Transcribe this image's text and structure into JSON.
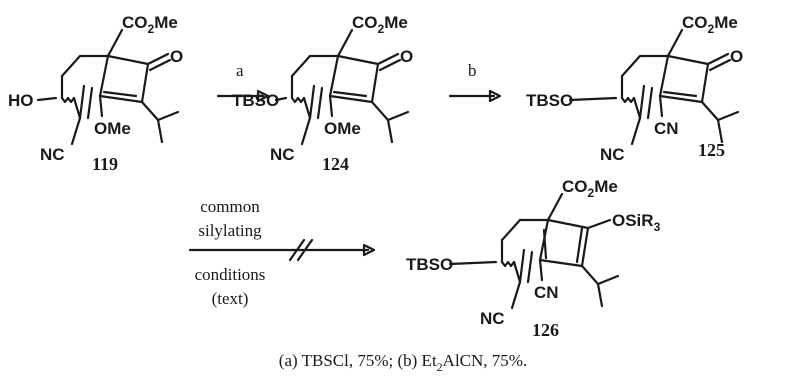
{
  "labels": {
    "co2me": "CO",
    "co2me_sub": "2",
    "co2me_tail": "Me",
    "ketone_o": "O",
    "ome": "OMe",
    "nc": "NC",
    "cn": "CN",
    "ho": "HO",
    "tbso": "TBSO",
    "osir3": "OSiR",
    "osir3_sub": "3"
  },
  "compounds": {
    "c119": "119",
    "c124": "124",
    "c125": "125",
    "c126": "126"
  },
  "arrows": {
    "a": "a",
    "b": "b",
    "failed_top_1": "common",
    "failed_top_2": "silylating",
    "failed_bottom_1": "conditions",
    "failed_bottom_2": "(text)"
  },
  "footnote": {
    "text_a": "(a) TBSCl, 75%;   (b) Et",
    "sub": "2",
    "text_b": "AlCN, 75%."
  }
}
